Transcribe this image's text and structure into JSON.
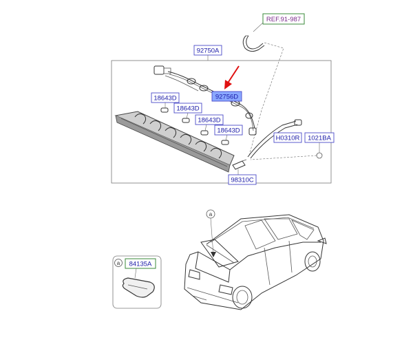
{
  "diagram": {
    "part_labels": {
      "ref": "REF.91-987",
      "assembly": "92750A",
      "highlight_part": "92756D",
      "bulb_1": "18643D",
      "bulb_2": "18643D",
      "bulb_3": "18643D",
      "bulb_4": "18643D",
      "grommet_h": "H0310R",
      "connector": "1021BA",
      "nozzle": "98310C",
      "inset_part": "84135A"
    },
    "callout_letters": {
      "car_callout": "a",
      "inset_callout": "a"
    },
    "colors": {
      "label_blue": "#1a1aa8",
      "ref_purple": "#7a2a8a",
      "ref_border": "#3a8a3a",
      "highlight_fill": "#8aa8ff",
      "arrow_red": "#e01010"
    }
  }
}
